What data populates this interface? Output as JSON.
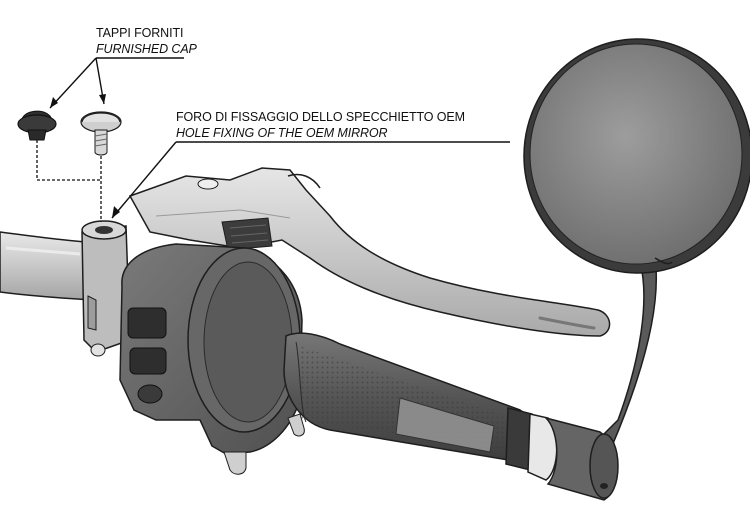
{
  "labels": {
    "caps_it": "TAPPI FORNITI",
    "caps_en": "FURNISHED CAP",
    "hole_it": "FORO DI FISSAGGIO DELLO SPECCHIETTO OEM",
    "hole_en": "HOLE FIXING OF THE OEM MIRROR"
  },
  "colors": {
    "mirror": "#8e8e8e",
    "lever": "#c9c9c9",
    "switch_housing": "#6b6b6b",
    "grip": "#5c5c5c",
    "bar": "#d6d6d6",
    "outline": "#1e1e1e"
  }
}
